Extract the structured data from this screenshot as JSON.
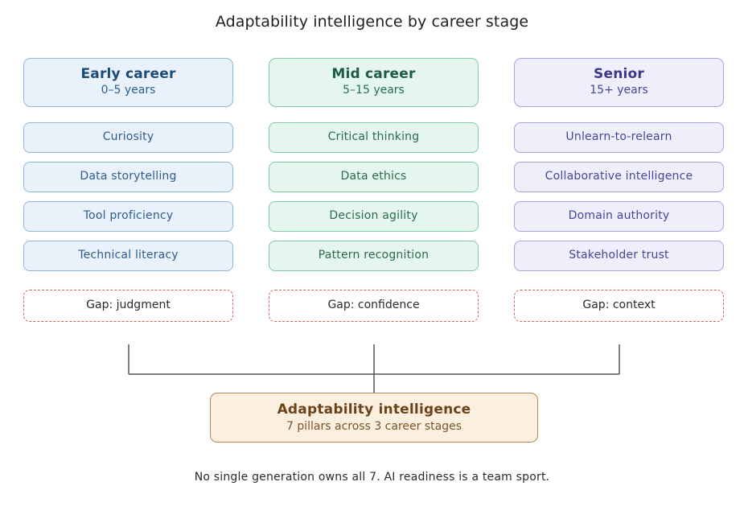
{
  "title": "Adaptability intelligence by career stage",
  "columns": [
    {
      "title": "Early career",
      "subtitle": "0–5 years",
      "items": [
        "Curiosity",
        "Data storytelling",
        "Tool proficiency",
        "Technical literacy"
      ],
      "gap": "Gap: judgment"
    },
    {
      "title": "Mid career",
      "subtitle": "5–15 years",
      "items": [
        "Critical thinking",
        "Data ethics",
        "Decision agility",
        "Pattern recognition"
      ],
      "gap": "Gap: confidence"
    },
    {
      "title": "Senior",
      "subtitle": "15+ years",
      "items": [
        "Unlearn-to-relearn",
        "Collaborative intelligence",
        "Domain authority",
        "Stakeholder trust"
      ],
      "gap": "Gap: context"
    }
  ],
  "summary": {
    "title": "Adaptability intelligence",
    "subtitle": "7 pillars across 3 career stages"
  },
  "footnote": "No single generation owns all 7. AI readiness is a team sport.",
  "colors": {
    "early_fill": "#e9f2fb",
    "early_border": "#8fb6dc",
    "mid_fill": "#e5f6ef",
    "mid_border": "#7fc9a8",
    "senior_fill": "#efeefb",
    "senior_border": "#a7a3e2",
    "gap_border": "#d0615c",
    "summary_fill": "#fbefdf",
    "summary_border": "#b8865a",
    "connector": "#555555"
  }
}
